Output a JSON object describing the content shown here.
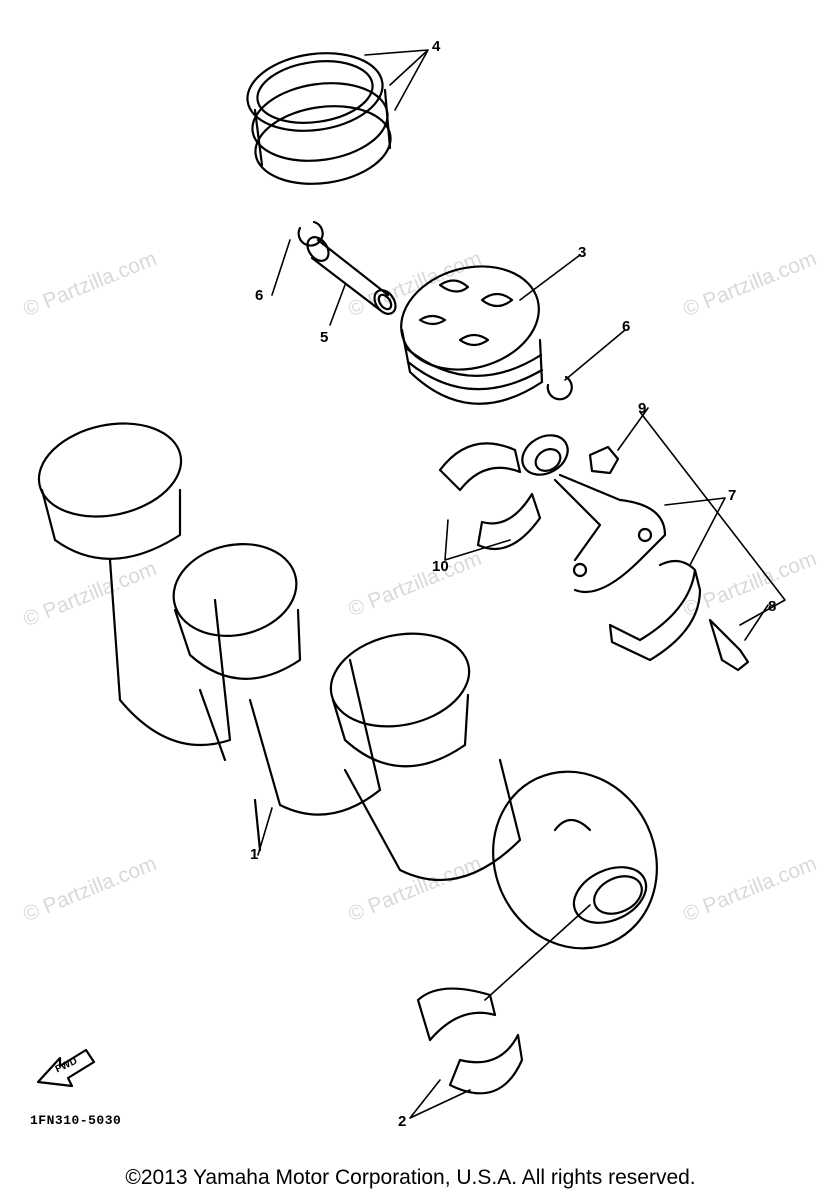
{
  "watermark": {
    "text": "© Partzilla.com"
  },
  "callouts": {
    "c1": "1",
    "c2": "2",
    "c3": "3",
    "c4": "4",
    "c5": "5",
    "c6a": "6",
    "c6b": "6",
    "c7": "7",
    "c8": "8",
    "c9": "9",
    "c10": "10"
  },
  "fwd": "FWD",
  "diagram_code": "1FN310-5030",
  "copyright": "©2013  Yamaha Motor Corporation, U.S.A. All rights reserved."
}
